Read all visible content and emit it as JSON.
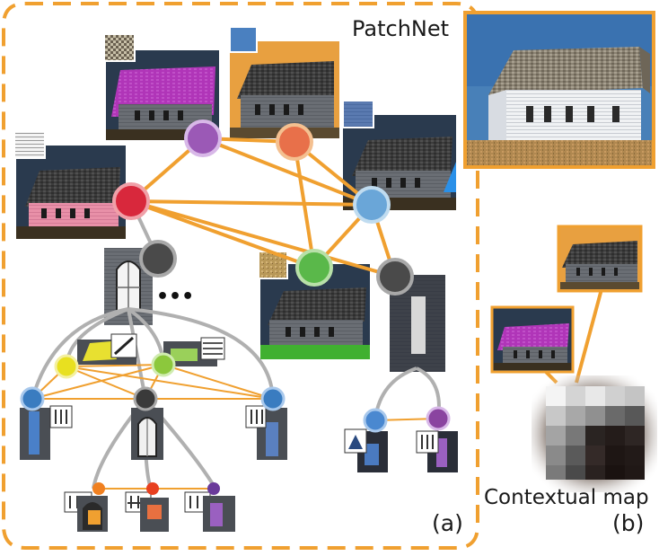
{
  "labels": {
    "title": "PatchNet",
    "panel_a": "(a)",
    "panel_b": "(b)",
    "contextual_map": "Contextual map",
    "ellipsis": "•••"
  },
  "colors": {
    "edge_orange": "#f0a030",
    "dashed_border": "#f0a030",
    "tree_gray": "#b0b0b0",
    "sky": "#2a3a4e",
    "roof": "#3a3a3a",
    "wall_gray": "#6a6e74",
    "node_purple": "#9b59b6",
    "node_orange": "#e8704a",
    "node_red": "#d8283c",
    "node_blue": "#6aa6d8",
    "node_green": "#5ab84a",
    "node_dark": "#4a4a4a",
    "node_yellow": "#e8e020",
    "node_lime": "#8cc83c",
    "node_steel": "#3a7cc0",
    "node_violet": "#8a44a0"
  }
}
